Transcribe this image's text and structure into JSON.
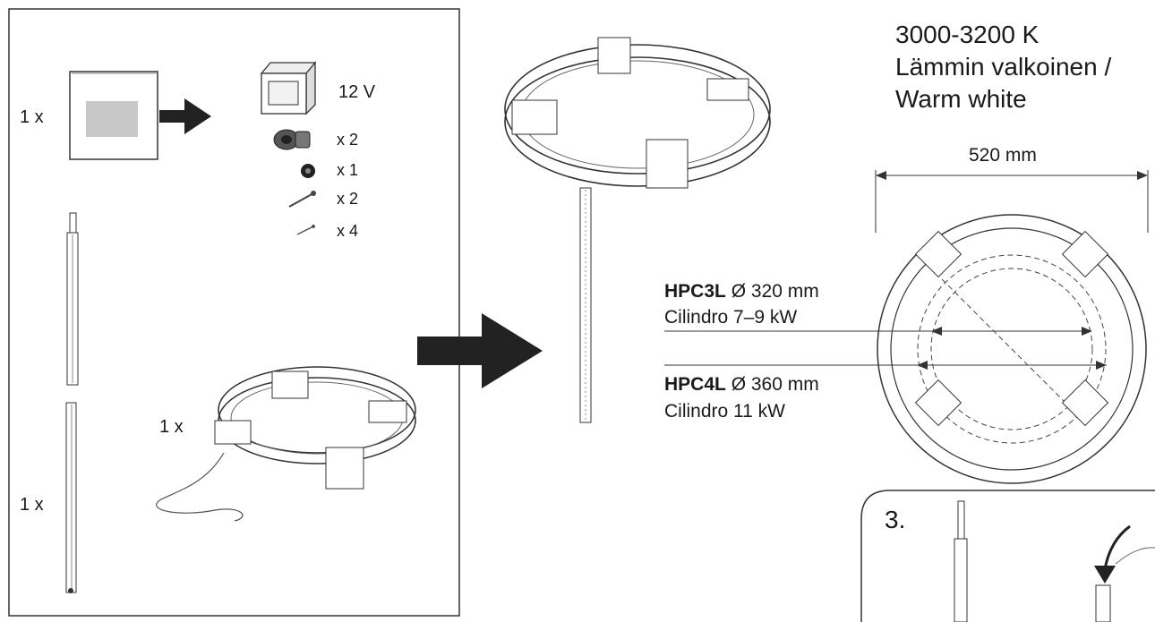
{
  "parts_panel": {
    "controller_qty": "1 x",
    "rod_qty": "1 x",
    "ring_qty": "1 x",
    "accessories": {
      "power_label": "12 V",
      "gland_qty": "x 2",
      "grommet_qty": "x 1",
      "screw_qty": "x 2",
      "nail_qty": "x 4"
    }
  },
  "spec": {
    "color_temp": "3000-3200 K",
    "color_name_fi": "Lämmin valkoinen /",
    "color_name_en": "Warm white",
    "outer_diameter": "520 mm"
  },
  "models": [
    {
      "code": "HPC3L",
      "diameter": "Ø 320 mm",
      "desc": "Cilindro 7–9 kW"
    },
    {
      "code": "HPC4L",
      "diameter": "Ø 360 mm",
      "desc": "Cilindro 11 kW"
    }
  ],
  "step": {
    "number": "3."
  }
}
